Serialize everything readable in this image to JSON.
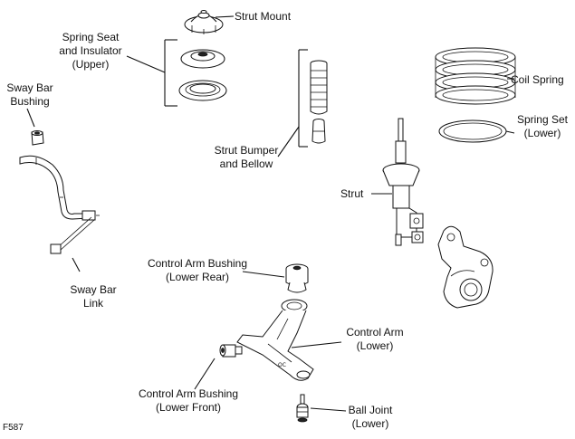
{
  "labels": {
    "strut_mount": [
      "Strut Mount"
    ],
    "spring_seat": [
      "Spring Seat",
      "and Insulator",
      "(Upper)"
    ],
    "sway_bar_bushing": [
      "Sway Bar",
      "Bushing"
    ],
    "coil_spring": [
      "Coil Spring"
    ],
    "spring_set_lower": [
      "Spring Set",
      "(Lower)"
    ],
    "strut_bumper": [
      "Strut Bumper",
      "and Bellow"
    ],
    "strut": [
      "Strut"
    ],
    "sway_bar_link": [
      "Sway Bar",
      "Link"
    ],
    "ca_bushing_rear": [
      "Control Arm Bushing",
      "(Lower Rear)"
    ],
    "control_arm": [
      "Control Arm",
      "(Lower)"
    ],
    "ca_bushing_front": [
      "Control Arm Bushing",
      "(Lower Front)"
    ],
    "ball_joint": [
      "Ball Joint",
      "(Lower)"
    ]
  },
  "figure_code": "F587"
}
